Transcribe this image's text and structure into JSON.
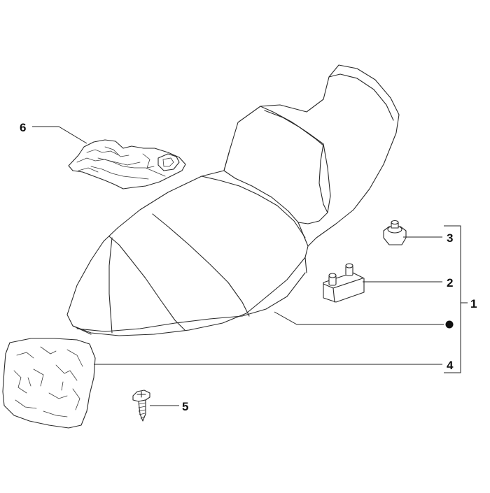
{
  "callouts": [
    {
      "id": "1",
      "label": "1"
    },
    {
      "id": "2",
      "label": "2"
    },
    {
      "id": "3",
      "label": "3"
    },
    {
      "id": "4",
      "label": "4"
    },
    {
      "id": "5",
      "label": "5"
    },
    {
      "id": "6",
      "label": "6"
    }
  ],
  "colors": {
    "line": "#2a2a2a",
    "background": "#ffffff",
    "label": "#111111"
  }
}
